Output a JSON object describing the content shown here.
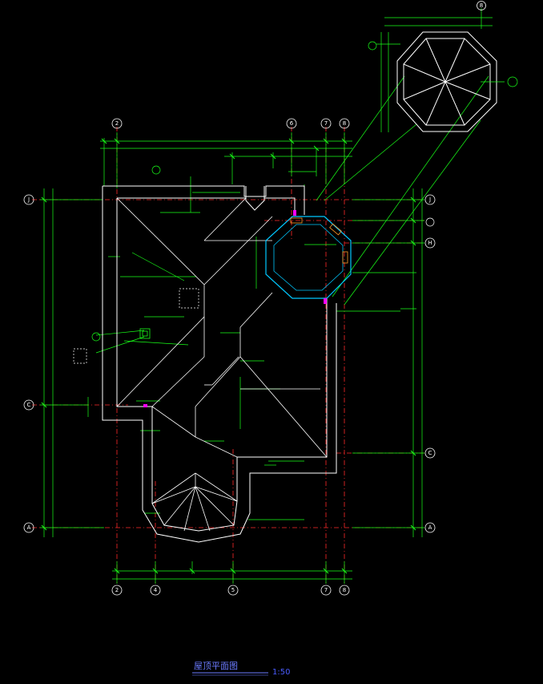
{
  "drawing": {
    "title": "屋顶平面图",
    "scale": "1:50"
  },
  "grid_bubbles": {
    "top": [
      "2",
      "6",
      "7",
      "8"
    ],
    "bottom": [
      "2",
      "4",
      "5",
      "7",
      "8"
    ],
    "left": [
      "J",
      "C",
      "A"
    ],
    "right": [
      "J",
      "H",
      "C",
      "A"
    ],
    "detail": [
      "8"
    ]
  },
  "colors": {
    "background": "#000000",
    "wall": "#ffffff",
    "dimension": "#00ff00",
    "axis": "#ff0000",
    "octagon": "#00c8ff",
    "accent": "#ff00ff",
    "title": "#6b7bff"
  }
}
